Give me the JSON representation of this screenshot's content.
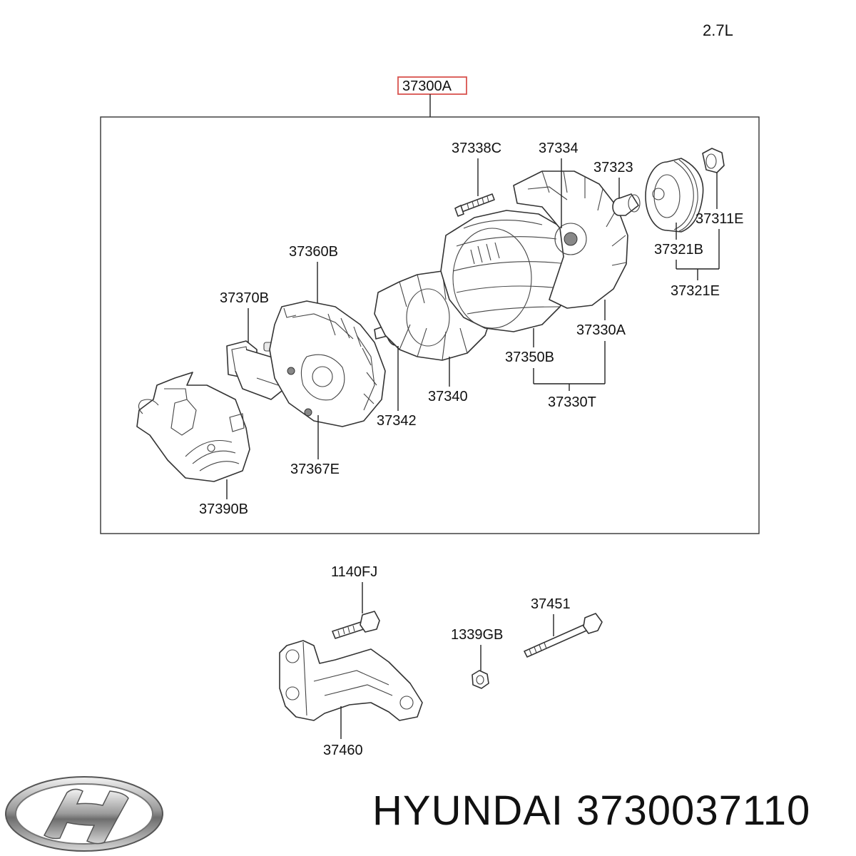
{
  "engine_label": "2.7L",
  "assembly_part": "37300A",
  "parts": {
    "p37338C": "37338C",
    "p37334": "37334",
    "p37323": "37323",
    "p37311E": "37311E",
    "p37321B": "37321B",
    "p37321E": "37321E",
    "p37360B": "37360B",
    "p37370B": "37370B",
    "p37330A": "37330A",
    "p37350B": "37350B",
    "p37330T": "37330T",
    "p37340": "37340",
    "p37342": "37342",
    "p37367E": "37367E",
    "p37390B": "37390B",
    "p1140FJ": "1140FJ",
    "p37451": "37451",
    "p1339GB": "1339GB",
    "p37460": "37460"
  },
  "brand": {
    "name": "HYUNDAI",
    "part_number": "3730037110",
    "logo_icon": "hyundai-logo-icon"
  },
  "colors": {
    "highlight_box": "#d9534f",
    "line": "#222222"
  }
}
